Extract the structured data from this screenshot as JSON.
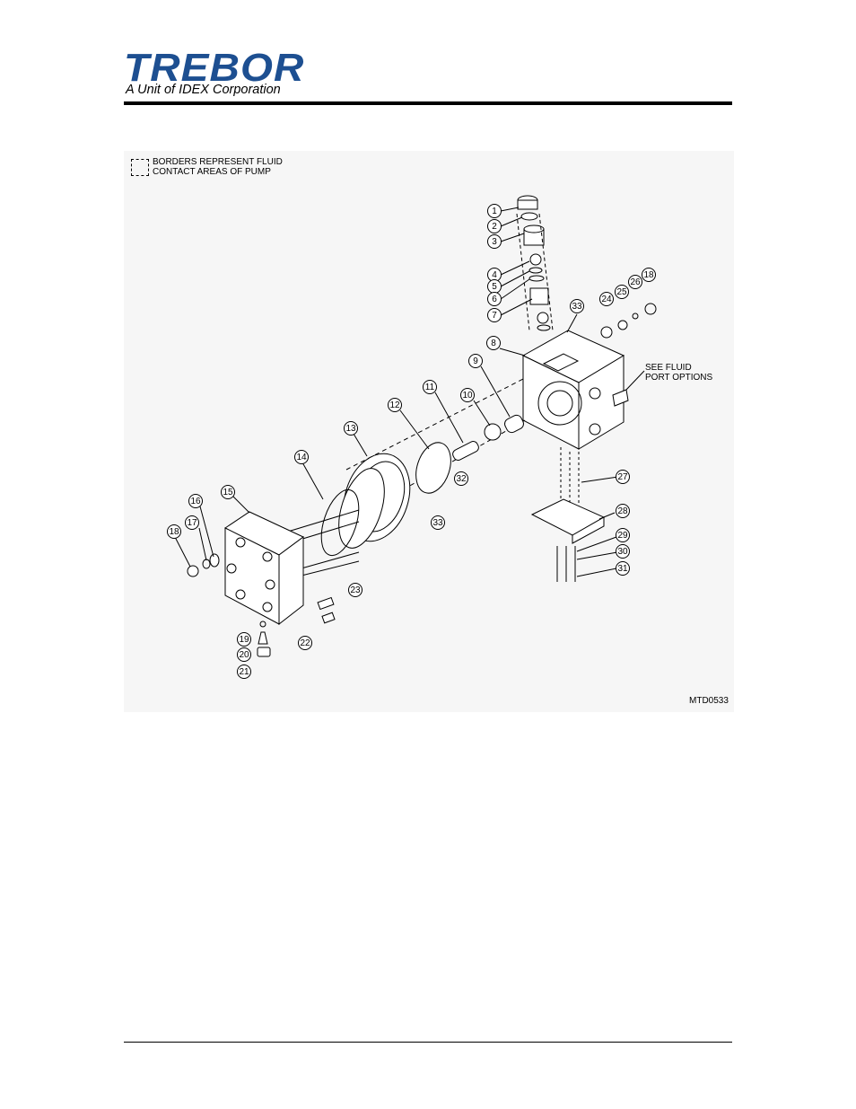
{
  "header": {
    "logo_text": "TREBOR",
    "logo_tagline": "A Unit of IDEX Corporation",
    "brand_color": "#1d4f91"
  },
  "figure": {
    "legend": "BORDERS REPRESENT FLUID\nCONTACT AREAS OF PUMP",
    "callout": "SEE FLUID\nPORT OPTIONS",
    "drawing_number": "MTD0533",
    "balloons": [
      "1",
      "2",
      "3",
      "4",
      "5",
      "6",
      "7",
      "8",
      "9",
      "10",
      "11",
      "12",
      "13",
      "14",
      "15",
      "16",
      "17",
      "18",
      "18",
      "19",
      "20",
      "21",
      "22",
      "23",
      "24",
      "25",
      "26",
      "27",
      "28",
      "29",
      "30",
      "31",
      "32",
      "33",
      "33"
    ]
  }
}
